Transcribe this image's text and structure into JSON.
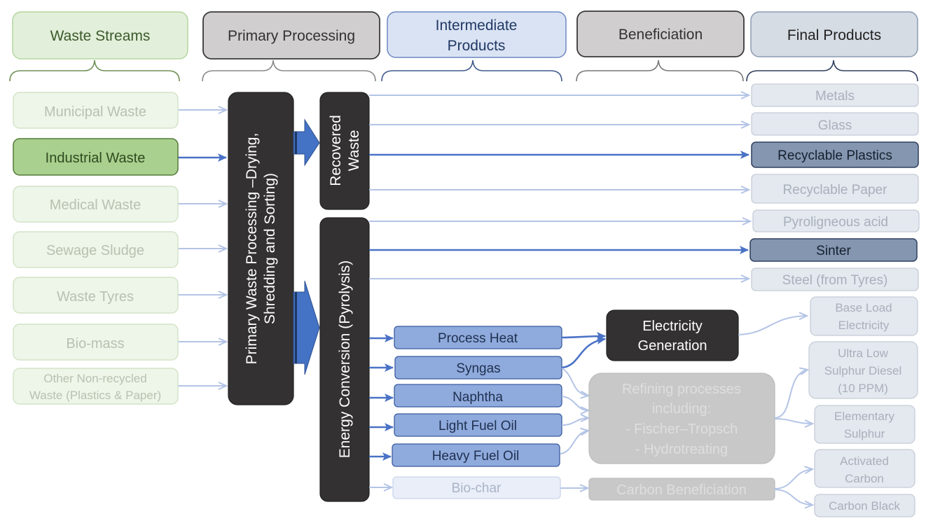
{
  "headers": {
    "waste_streams": "Waste Streams",
    "primary_processing": "Primary Processing",
    "intermediate_products_1": "Intermediate",
    "intermediate_products_2": "Products",
    "beneficiation": "Beneficiation",
    "final_products": "Final Products"
  },
  "waste_streams": {
    "municipal": "Municipal Waste",
    "industrial": "Industrial Waste",
    "medical": "Medical Waste",
    "sewage": "Sewage Sludge",
    "tyres": "Waste Tyres",
    "biomass": "Bio-mass",
    "other_1": "Other Non-recycled",
    "other_2": "Waste (Plastics & Paper)"
  },
  "primary": {
    "line1": "Primary Waste Processing –Drying,",
    "line2": "Shredding and Sorting)"
  },
  "recovered": {
    "line1": "Recovered",
    "line2": "Waste"
  },
  "energy": {
    "label": "Energy Conversion (Pyrolysis)"
  },
  "intermediates": {
    "process_heat": "Process Heat",
    "syngas": "Syngas",
    "naphtha": "Naphtha",
    "light_fuel_oil": "Light Fuel Oil",
    "heavy_fuel_oil": "Heavy Fuel Oil",
    "biochar": "Bio-char"
  },
  "beneficiation": {
    "electricity_1": "Electricity",
    "electricity_2": "Generation",
    "refining_1": "Refining processes",
    "refining_2": "including:",
    "refining_3": "- Fischer–Tropsch",
    "refining_4": "- Hydrotreating",
    "carbon": "Carbon Beneficiation"
  },
  "final_products": {
    "metals": "Metals",
    "glass": "Glass",
    "recyclable_plastics": "Recyclable Plastics",
    "recyclable_paper": "Recyclable Paper",
    "pyroligneous_acid": "Pyroligneous acid",
    "sinter": "Sinter",
    "steel": "Steel (from Tyres)",
    "base_load_1": "Base Load",
    "base_load_2": "Electricity",
    "ulsd_1": "Ultra Low",
    "ulsd_2": "Sulphur Diesel",
    "ulsd_3": "(10 PPM)",
    "sulphur_1": "Elementary",
    "sulphur_2": "Sulphur",
    "activated_1": "Activated",
    "activated_2": "Carbon",
    "carbon_black": "Carbon Black"
  },
  "colors": {
    "highlight_flow": "#4a72c6",
    "faded_flow": "#b4c4e6",
    "dark_process": "#333333",
    "green_highlight": "#a9d08e",
    "blue_highlight": "#8496b0"
  }
}
